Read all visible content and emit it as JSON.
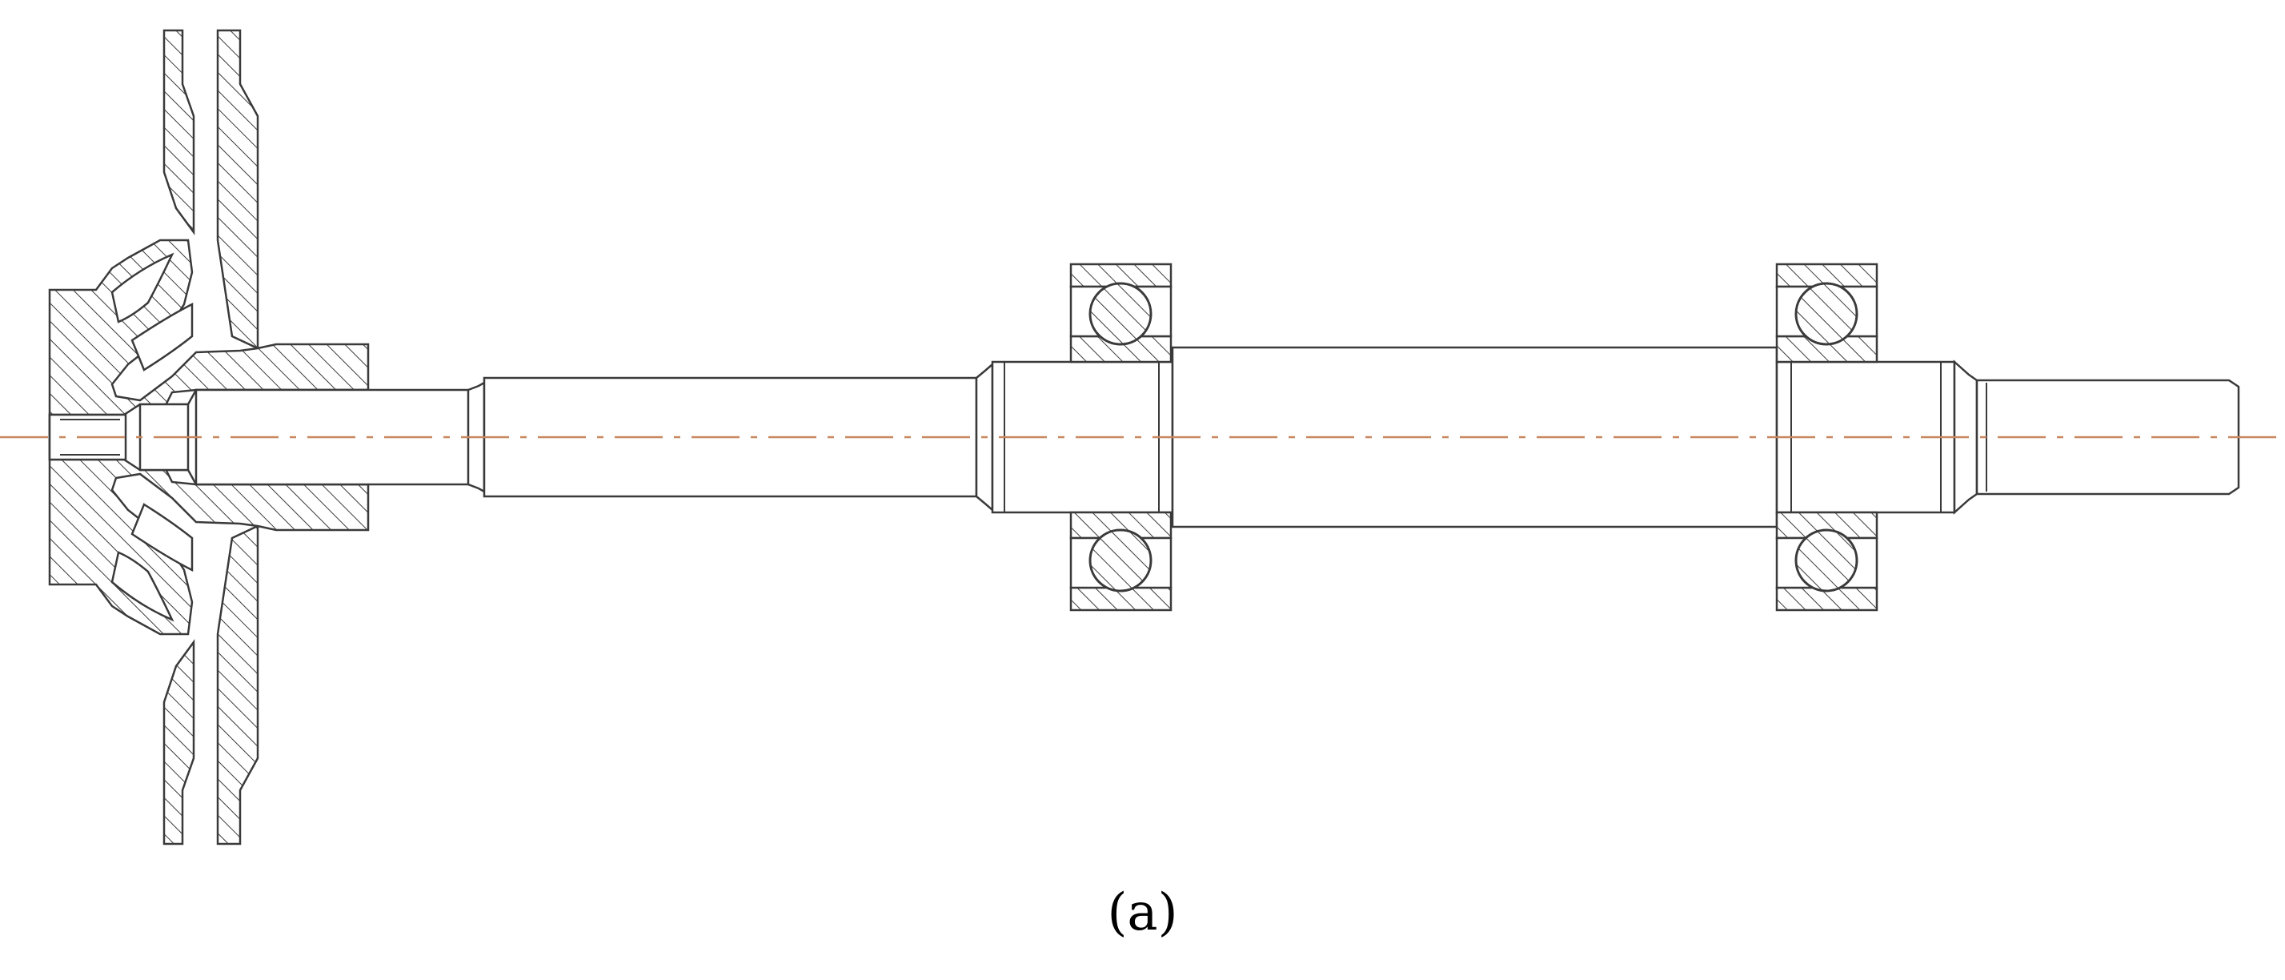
{
  "figure": {
    "caption": "(a)"
  },
  "parts": {
    "impeller": "impeller",
    "shaft": "shaft",
    "bearing_left": "bearing",
    "bearing_right": "bearing",
    "axis": "center-line"
  },
  "colors": {
    "line": "#3a3a3a",
    "center_line": "#c8865e",
    "background": "#ffffff"
  }
}
